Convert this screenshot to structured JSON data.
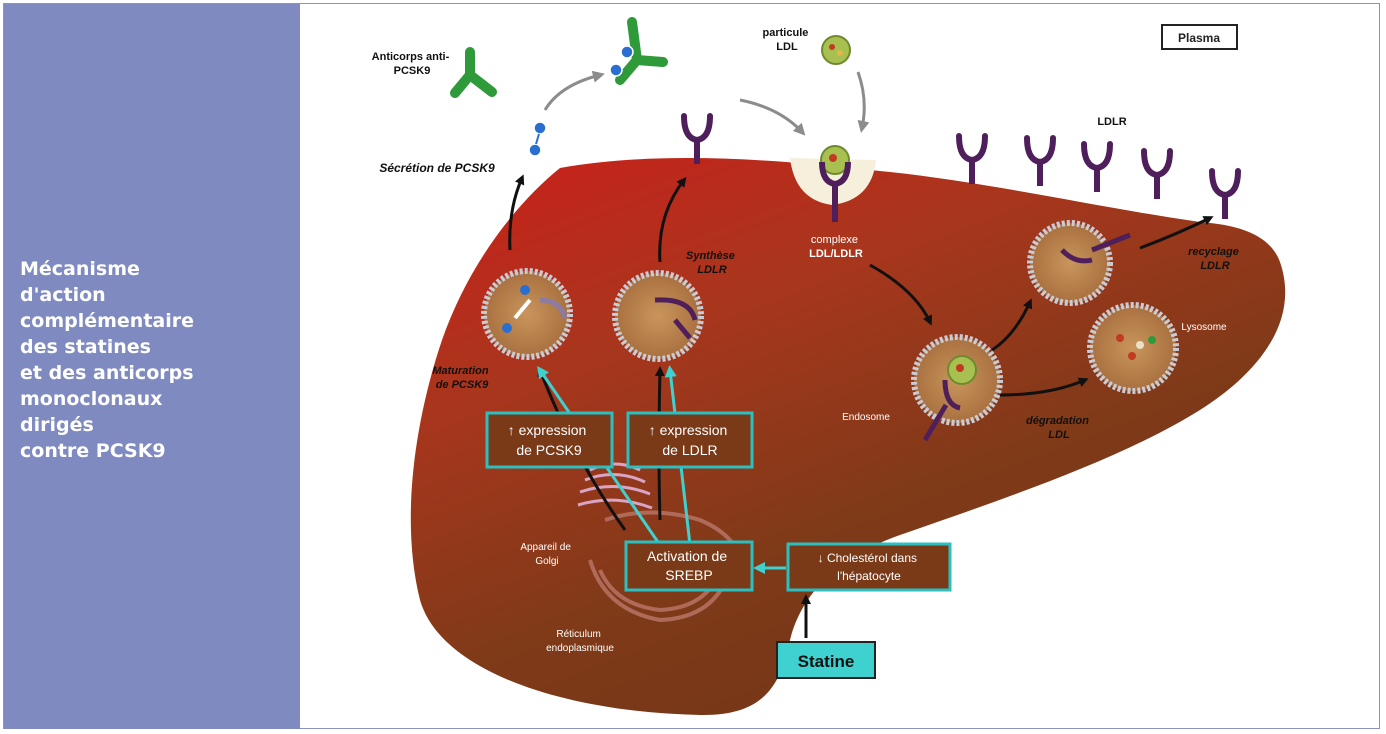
{
  "sidebar": {
    "title_lines": [
      "Mécanisme",
      "d'action",
      "complémentaire",
      "des statines",
      "et des anticorps",
      "monoclonaux",
      "dirigés",
      "contre PCSK9"
    ]
  },
  "diagram": {
    "plasma_label": "Plasma",
    "antibody_label": [
      "Anticorps anti-",
      "PCSK9"
    ],
    "ldl_particle_label": [
      "particule",
      "LDL"
    ],
    "ldlr_label": "LDLR",
    "pcsk9_secretion_label": "Sécrétion de PCSK9",
    "complex_label": [
      "complexe",
      "LDL/LDLR"
    ],
    "ldlr_synthesis_label": [
      "Synthèse",
      "LDLR"
    ],
    "recycling_label": [
      "recyclage",
      "LDLR"
    ],
    "lysosome_label": "Lysosome",
    "endosome_label": "Endosome",
    "degradation_label": [
      "dégradation",
      "LDL"
    ],
    "pcsk9_maturation_label": [
      "Maturation",
      "de PCSK9"
    ],
    "pcsk9_expression_box": [
      "↑ expression",
      "de PCSK9"
    ],
    "ldlr_expression_box": [
      "↑ expression",
      "de LDLR"
    ],
    "golgi_label": [
      "Appareil de",
      "Golgi"
    ],
    "srebp_box": [
      "Activation de",
      "SREBP"
    ],
    "cholesterol_box": [
      "↓ Cholestérol dans",
      "l'hépatocyte"
    ],
    "er_label": [
      "Réticulum",
      "endoplasmique"
    ],
    "statin_box": "Statine"
  },
  "colors": {
    "sidebar_bg": "#7f8ac0",
    "liver_red": "#c2261e",
    "liver_brown": "#7a3a18",
    "box_border": "#2bbfbf",
    "box_bg": "#7a3a18",
    "statin_bg": "#3fd0d0",
    "receptor": "#4e1f5a",
    "antibody": "#2e9a3a"
  }
}
